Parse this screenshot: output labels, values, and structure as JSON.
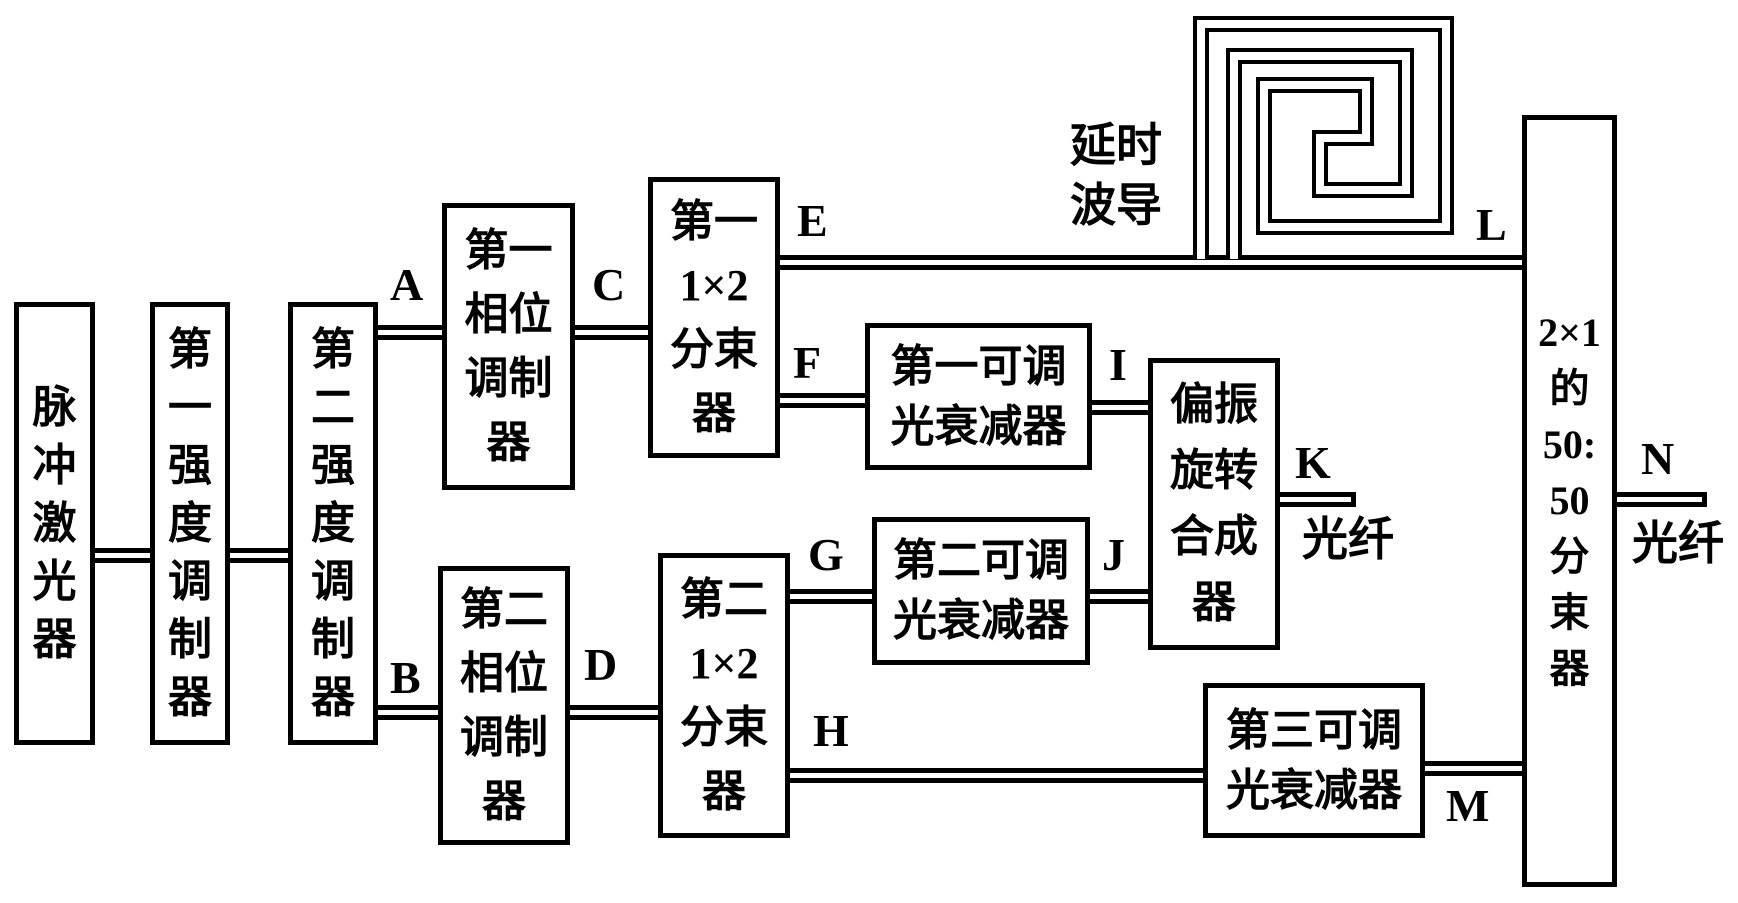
{
  "figure": {
    "type": "optical-schematic-diagram",
    "colors": {
      "ink": "#000000",
      "background": "#ffffff"
    },
    "components": {
      "pulse_laser": {
        "name": "脉冲激光器",
        "lines": [
          "脉",
          "冲",
          "激",
          "光",
          "器"
        ]
      },
      "intensity_modulator_1": {
        "name": "第一强度调制器",
        "lines": [
          "第",
          "一",
          "强",
          "度",
          "调",
          "制",
          "器"
        ]
      },
      "intensity_modulator_2": {
        "name": "第二强度调制器",
        "lines": [
          "第",
          "二",
          "强",
          "度",
          "调",
          "制",
          "器"
        ]
      },
      "phase_modulator_1": {
        "name": "第一相位调制器",
        "lines": [
          "第一",
          "相位",
          "调制",
          "器"
        ]
      },
      "splitter_1": {
        "name": "第一1×2分束器",
        "lines": [
          "第一",
          "1×2",
          "分束",
          "器"
        ]
      },
      "attenuator_1": {
        "name": "第一可调光衰减器",
        "lines": [
          "第一可调",
          "光衰减器"
        ]
      },
      "pol_rotation_combiner": {
        "name": "偏振旋转合成器",
        "lines": [
          "偏振",
          "旋转",
          "合成",
          "器"
        ]
      },
      "phase_modulator_2": {
        "name": "第二相位调制器",
        "lines": [
          "第二",
          "相位",
          "调制",
          "器"
        ]
      },
      "splitter_2": {
        "name": "第二1×2分束器",
        "lines": [
          "第二",
          "1×2",
          "分束",
          "器"
        ]
      },
      "attenuator_2": {
        "name": "第二可调光衰减器",
        "lines": [
          "第二可调",
          "光衰减器"
        ]
      },
      "attenuator_3": {
        "name": "第三可调光衰减器",
        "lines": [
          "第三可调",
          "光衰减器"
        ]
      },
      "output_combiner": {
        "name": "2×1的50:50分束器",
        "lines": [
          "2×1",
          "的",
          "50:",
          "50",
          "分",
          "束",
          "器"
        ]
      }
    },
    "ports": {
      "A": "A",
      "B": "B",
      "C": "C",
      "D": "D",
      "E": "E",
      "F": "F",
      "G": "G",
      "H": "H",
      "I": "I",
      "J": "J",
      "K": "K",
      "L": "L",
      "M": "M",
      "N": "N"
    },
    "annotations": {
      "delay_waveguide": {
        "name": "延时波导",
        "lines": [
          "延时",
          "波导"
        ]
      },
      "fiber_k": "光纤",
      "fiber_n": "光纤"
    }
  }
}
